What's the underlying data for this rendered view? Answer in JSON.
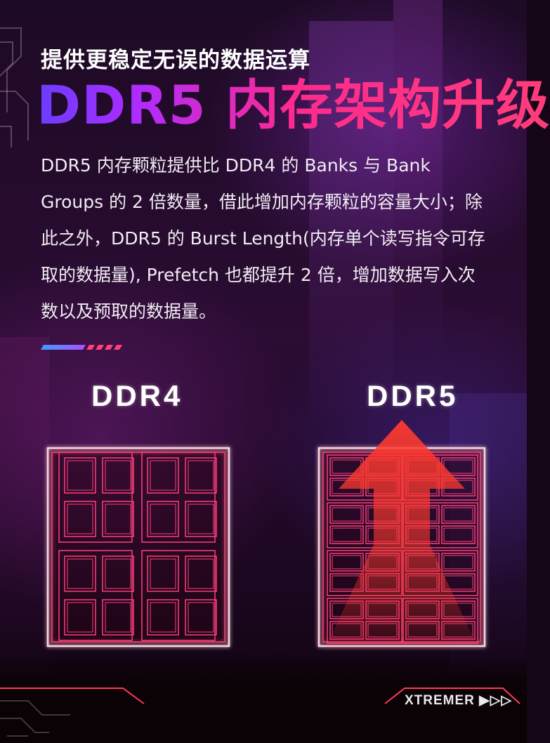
{
  "headline": {
    "subtitle": "提供更稳定无误的数据运算",
    "title": "DDR5 内存架构升级"
  },
  "description": "DDR5 内存颗粒提供比 DDR4 的 Banks 与 Bank Groups 的 2 倍数量，借此增加内存颗粒的容量大小；除此之外，DDR5 的 Burst Length(内存单个读写指令可存取的数据量), Prefetch 也都提升 2 倍，增加数据写入次数以及预取的数据量。",
  "comparison": {
    "left_label": "DDR4",
    "right_label": "DDR5"
  },
  "footer": {
    "brand": "XTREMER ▶▷▷"
  },
  "colors": {
    "neon_pink": "#ff3f7a",
    "gradient_start": "#6a3cff",
    "gradient_end": "#ff2a6d",
    "arrow_red": "#ff3a2e",
    "divider_blue": "#3aa0ff"
  }
}
